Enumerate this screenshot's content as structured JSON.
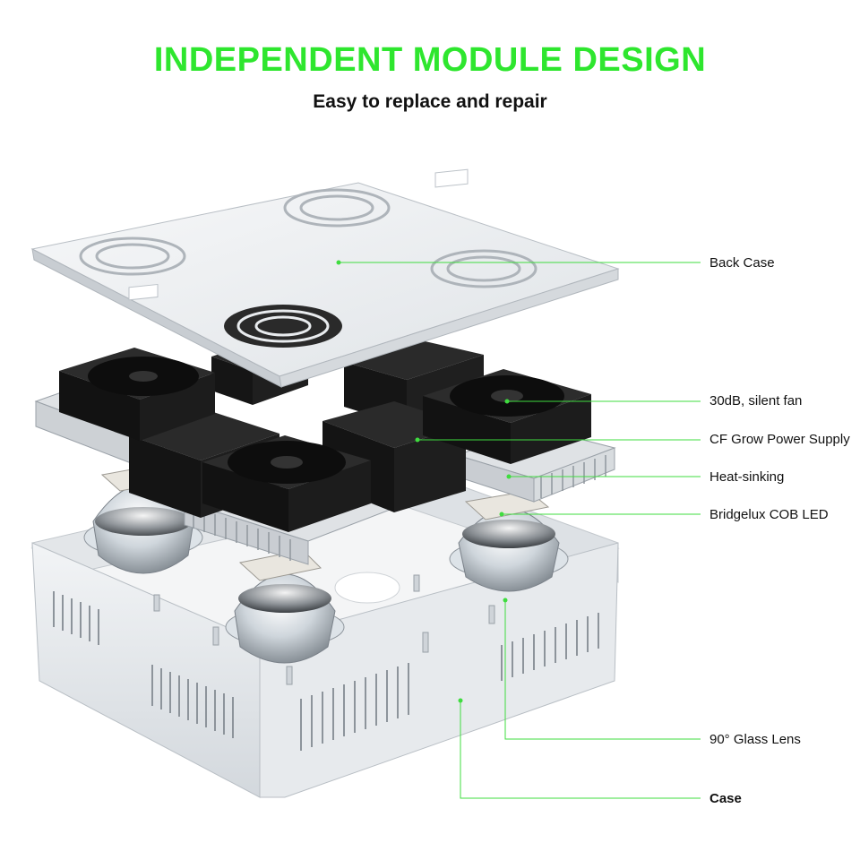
{
  "header": {
    "title": "INDEPENDENT MODULE DESIGN",
    "subtitle": "Easy to replace and repair"
  },
  "colors": {
    "title": "#2ee62e",
    "callout_line": "#3fdc3f",
    "case_metal": "#e9ecef",
    "case_shadow": "#c9ced4",
    "fan_black": "#1a1a1a",
    "heatsink": "#d4d7da",
    "psu_black": "#161616"
  },
  "callouts": [
    {
      "id": "back-case",
      "label": "Back Case",
      "bold": false
    },
    {
      "id": "fan",
      "label": "30dB, silent fan",
      "bold": false
    },
    {
      "id": "psu",
      "label": "CF Grow Power Supply",
      "bold": false
    },
    {
      "id": "heatsink",
      "label": "Heat-sinking",
      "bold": false
    },
    {
      "id": "cob",
      "label": "Bridgelux COB LED",
      "bold": false
    },
    {
      "id": "lens",
      "label": "90° Glass Lens",
      "bold": false
    },
    {
      "id": "case",
      "label": "Case",
      "bold": true
    }
  ]
}
